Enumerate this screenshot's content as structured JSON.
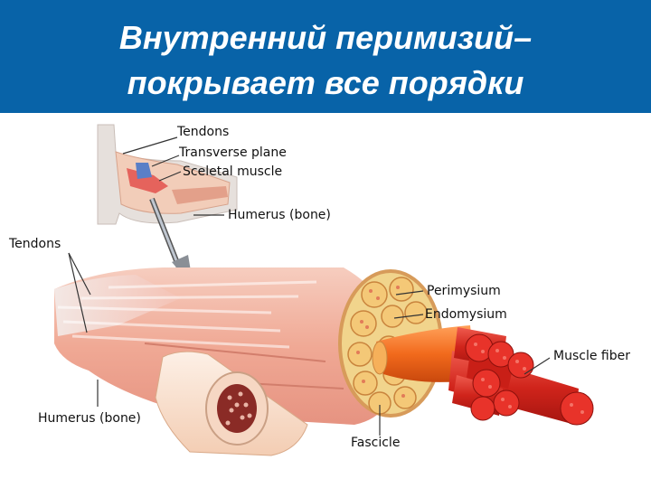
{
  "slide": {
    "title_line_1": "Внутренний перимизий–",
    "title_line_2": "покрывает все порядки"
  },
  "labels": {
    "tendons_top": "Tendons",
    "transverse_plane": "Transverse plane",
    "skeletal_muscle": "Sceletal muscle",
    "humerus_top": "Humerus (bone)",
    "tendons_left": "Tendons",
    "perimysium": "Perimysium",
    "endomysium": "Endomysium",
    "muscle_fiber": "Muscle fiber",
    "humerus_bottom": "Humerus (bone)",
    "fascicle": "Fascicle"
  },
  "colors": {
    "header": "#0863a8",
    "title_text": "#ffffff",
    "muscle": "#f2b9a5",
    "fascicle": "#f07a2a",
    "fiber": "#d92b22",
    "bone": "#fbe3d2"
  }
}
